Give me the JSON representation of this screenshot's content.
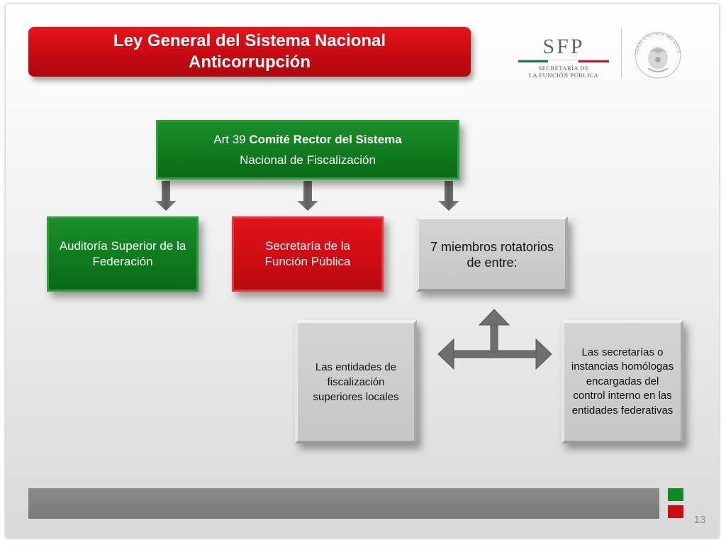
{
  "title": {
    "line1": "Ley General del Sistema Nacional",
    "line2": "Anticorrupción"
  },
  "logo": {
    "acronym": "SFP",
    "subtitle_line1": "SECRETARÍA DE",
    "subtitle_line2": "LA FUNCIÓN PÚBLICA",
    "seal_text": "ESTADOS UNIDOS MEXICANOS"
  },
  "diagram": {
    "root": {
      "prefix": "Art 39 ",
      "bold1": "Comité Rector del Sistema",
      "line2": "Nacional de Fiscalización"
    },
    "members": [
      {
        "label": "Auditoría Superior de la Federación"
      },
      {
        "label": "Secretaría de la Función Pública"
      },
      {
        "label": "7 miembros rotatorios de entre:"
      }
    ],
    "sub_members": [
      {
        "label": "Las entidades de fiscalización superiores locales"
      },
      {
        "label": "Las secretarías o instancias homólogas encargadas del control interno en las entidades federativas"
      }
    ]
  },
  "page_number": "13",
  "colors": {
    "green": "#0e7a1d",
    "red": "#cc0c12",
    "gray": "#c6c6c6",
    "arrow": "#6f6f6f"
  }
}
